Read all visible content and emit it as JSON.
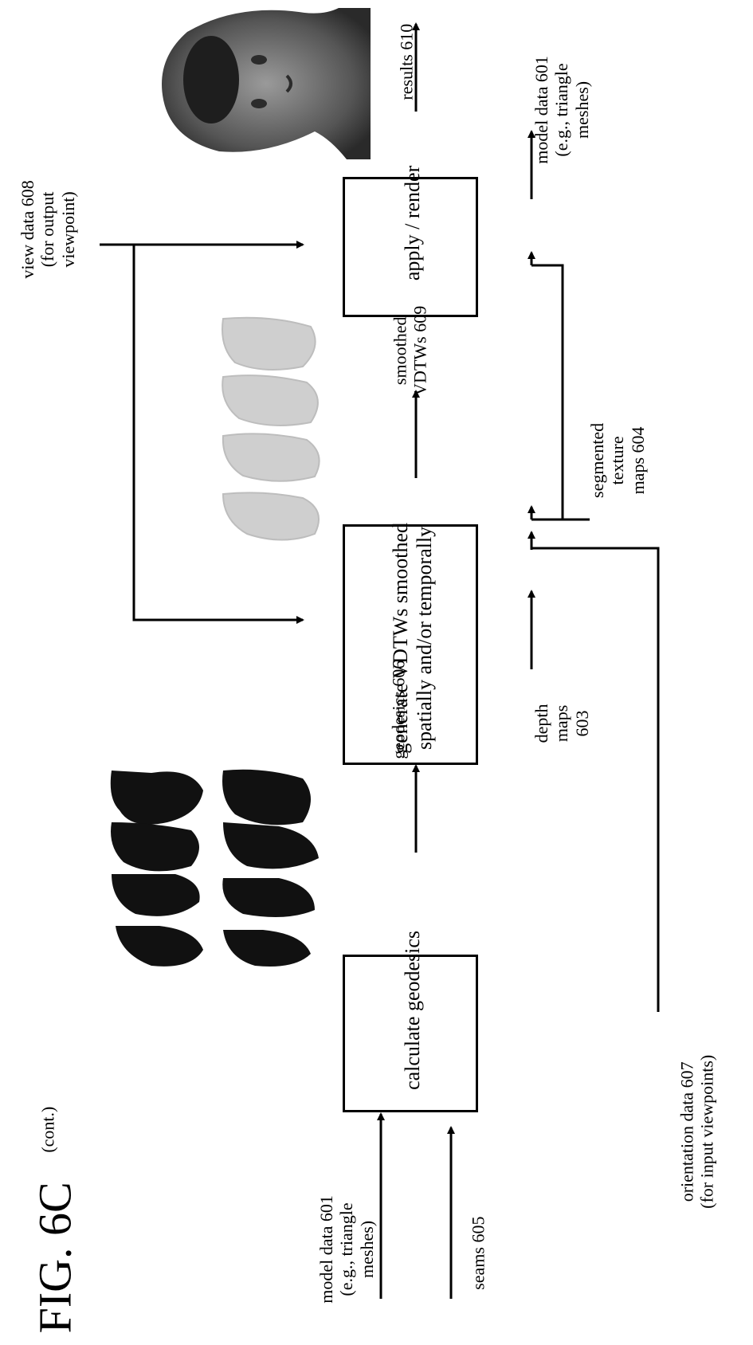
{
  "figure": {
    "title": "FIG. 6C",
    "cont": "(cont.)"
  },
  "boxes": {
    "calculate": "calculate geodesics",
    "generate": "generate VDTWs smoothed spatially and/or temporally",
    "apply": "apply / render"
  },
  "inputs": {
    "model_left": [
      "model data 601",
      "(e.g., triangle",
      "meshes)"
    ],
    "seams": "seams 605",
    "depth": [
      "depth",
      "maps",
      "603"
    ],
    "orientation": [
      "orientation data 607",
      "(for input viewpoints)"
    ],
    "segmented": [
      "segmented",
      "texture",
      "maps 604"
    ],
    "model_right": [
      "model data 601",
      "(e.g., triangle",
      "meshes)"
    ],
    "view": [
      "view data 608",
      "(for output",
      "viewpoint)"
    ]
  },
  "flows": {
    "geodesics": "geodesics 606",
    "smoothed": [
      "smoothed",
      "VDTWs 609"
    ],
    "results": "results 610"
  },
  "images": {
    "geodesic_maps": "geodesic-map-thumbnails",
    "vdtw_maps": "smoothed-vdtw-thumbnails",
    "result_face": "rendered-face-result"
  }
}
